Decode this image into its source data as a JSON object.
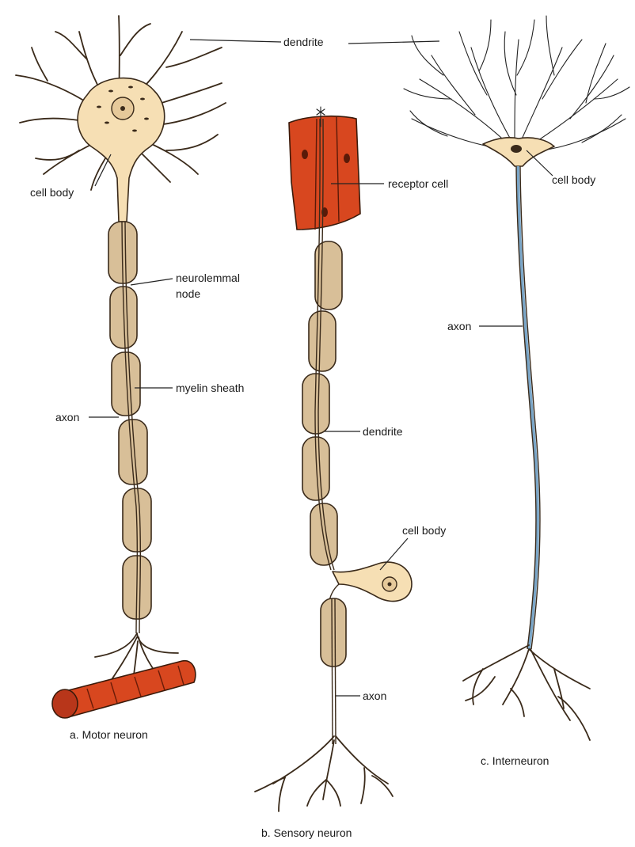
{
  "labels": {
    "dendrite_top": "dendrite",
    "motor_cell_body": "cell body",
    "neurolemmal_node_line1": "neurolemmal",
    "neurolemmal_node_line2": "node",
    "myelin_sheath": "myelin sheath",
    "motor_axon": "axon",
    "receptor_cell": "receptor cell",
    "sensory_dendrite": "dendrite",
    "sensory_cell_body": "cell body",
    "sensory_axon": "axon",
    "inter_cell_body": "cell body",
    "inter_axon": "axon"
  },
  "captions": {
    "motor": "a. Motor neuron",
    "sensory": "b. Sensory neuron",
    "inter": "c. Interneuron"
  },
  "colors": {
    "cytoplasm": "#f6dfb4",
    "myelin": "#d8bf98",
    "receptor": "#d8471f",
    "muscle": "#d8471f",
    "outline": "#3a2a1a"
  }
}
